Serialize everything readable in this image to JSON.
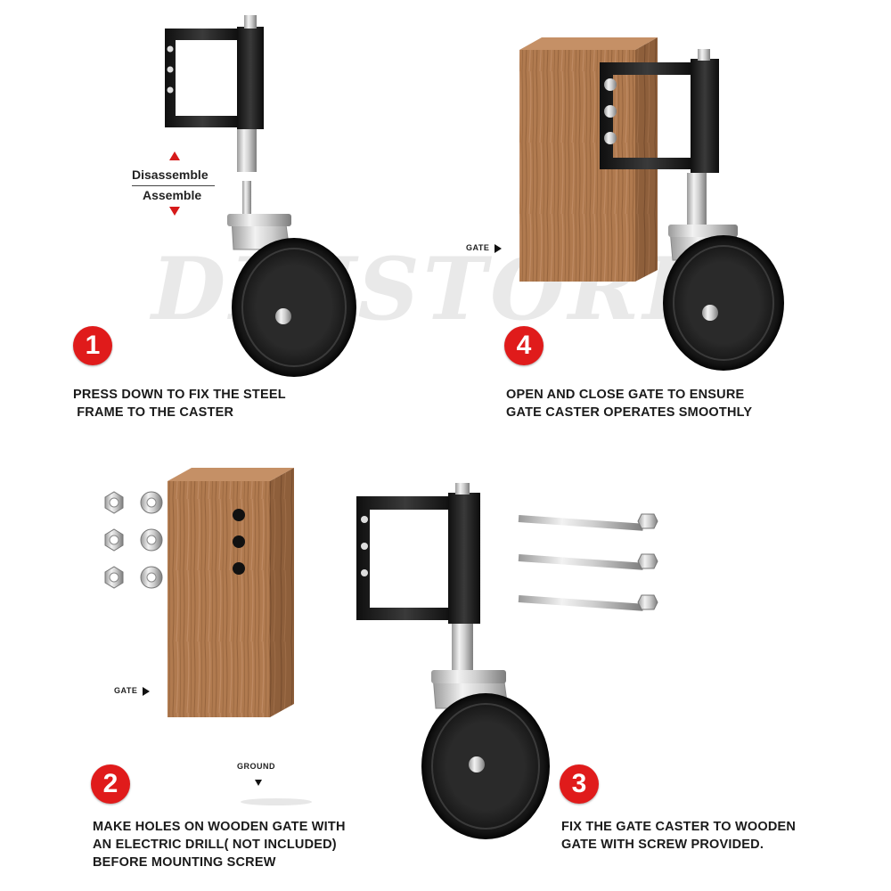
{
  "watermark": "DHJSTORE",
  "steps": [
    {
      "number": "1",
      "text": "PRESS DOWN TO FIX THE STEEL\n FRAME TO THE CASTER"
    },
    {
      "number": "2",
      "text": "MAKE HOLES ON WOODEN GATE WITH\nAN ELECTRIC DRILL( NOT INCLUDED)\nBEFORE MOUNTING SCREW"
    },
    {
      "number": "3",
      "text": "FIX THE GATE CASTER TO WOODEN\nGATE WITH SCREW PROVIDED."
    },
    {
      "number": "4",
      "text": "OPEN AND CLOSE GATE TO ENSURE\nGATE CASTER OPERATES SMOOTHLY"
    }
  ],
  "labels": {
    "disassemble": "Disassemble",
    "assemble": "Assemble",
    "gate": "GATE",
    "ground": "GROUND"
  },
  "colors": {
    "badge": "#e01b1b",
    "wood": "#a8734a",
    "steel": "#1c1c1c",
    "rubber": "#222222"
  }
}
